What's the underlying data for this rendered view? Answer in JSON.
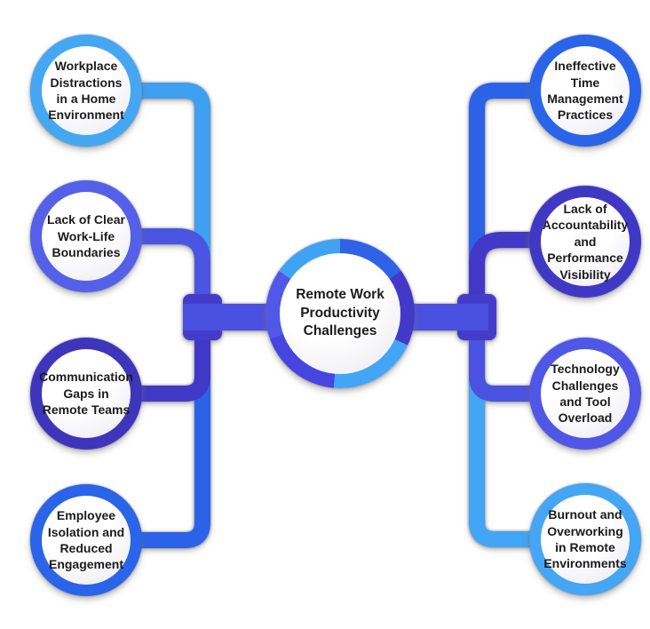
{
  "title": "Remote Work Productivity Challenges mind map",
  "background": "#ffffff",
  "text_color": "#1b1b1b",
  "center": {
    "label": "Remote Work Productivity Challenges",
    "ring_segments": [
      {
        "from": 0,
        "to": 55,
        "color": "#2E63E8"
      },
      {
        "from": 55,
        "to": 115,
        "color": "#4338C8"
      },
      {
        "from": 115,
        "to": 185,
        "color": "#42A5F5"
      },
      {
        "from": 185,
        "to": 250,
        "color": "#4745E0"
      },
      {
        "from": 250,
        "to": 305,
        "color": "#5158E8"
      },
      {
        "from": 305,
        "to": 360,
        "color": "#3FA2F2"
      }
    ]
  },
  "nodes": [
    {
      "id": "L1",
      "label": "Workplace Distractions in a Home Environment",
      "ring_color": "#45A7F2",
      "connector_color": "#3F9FF0"
    },
    {
      "id": "L2",
      "label": "Lack of Clear Work-Life Boundaries",
      "ring_color": "#5560E8",
      "connector_color": "#4A55E2"
    },
    {
      "id": "L3",
      "label": "Communication Gaps in Remote Teams",
      "ring_color": "#3E35BC",
      "connector_color": "#4238C8"
    },
    {
      "id": "L4",
      "label": "Employee Isolation and Reduced Engagement",
      "ring_color": "#2A64E8",
      "connector_color": "#2B62E8"
    },
    {
      "id": "R1",
      "label": "Ineffective Time Management Practices",
      "ring_color": "#2A64E8",
      "connector_color": "#2B62E8"
    },
    {
      "id": "R2",
      "label": "Lack of Accountability and Performance Visibility",
      "ring_color": "#4038C4",
      "connector_color": "#4238C8"
    },
    {
      "id": "R3",
      "label": "Technology Challenges and Tool Overload",
      "ring_color": "#5057E6",
      "connector_color": "#4A52E0"
    },
    {
      "id": "R4",
      "label": "Burnout and Overworking in Remote Environments",
      "ring_color": "#44A6F4",
      "connector_color": "#42A5F5"
    }
  ],
  "colors": {
    "center_bar": "#4A50E0",
    "junction_cap": "#433CCB"
  }
}
